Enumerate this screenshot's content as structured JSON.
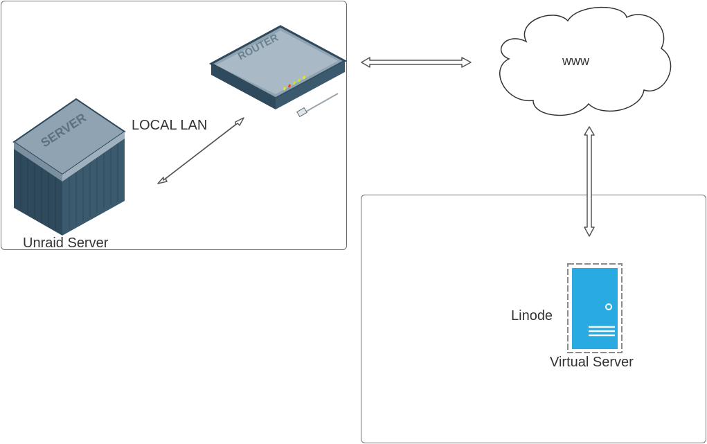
{
  "diagram": {
    "nodes": {
      "server": {
        "label": "Unraid Server",
        "icon_text": "SERVER",
        "icon": "server-tower-icon"
      },
      "router": {
        "label": "",
        "icon_text": "ROUTER",
        "icon": "router-icon"
      },
      "internet": {
        "label": "www",
        "icon": "cloud-icon"
      },
      "linode": {
        "label": "Linode"
      },
      "virtual_server": {
        "label": "Virtual Server",
        "icon": "virtual-server-icon"
      }
    },
    "edges": [
      {
        "from": "server",
        "to": "router",
        "label": "LOCAL LAN"
      },
      {
        "from": "router",
        "to": "internet",
        "label": ""
      },
      {
        "from": "internet",
        "to": "virtual_server",
        "label": ""
      }
    ],
    "colors": {
      "server_dark": "#2f4a5c",
      "server_light": "#8fa3b3",
      "vm_blue": "#29abe2",
      "line": "#555555"
    }
  }
}
